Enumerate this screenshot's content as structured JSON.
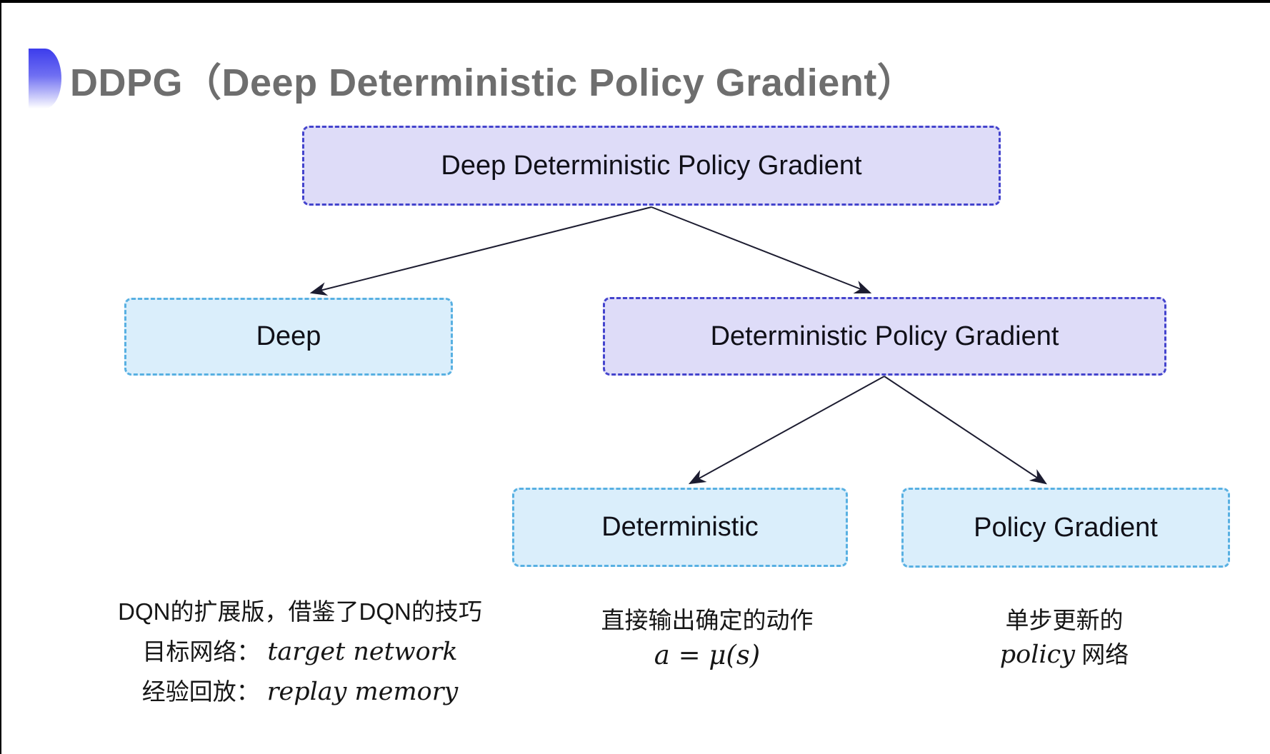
{
  "header": {
    "title": "DDPG（Deep Deterministic Policy Gradient）"
  },
  "tree": {
    "root": {
      "label": "Deep Deterministic Policy Gradient"
    },
    "children": [
      {
        "label": "Deep"
      },
      {
        "label": "Deterministic Policy Gradient"
      }
    ],
    "grandchildren": [
      {
        "label": "Deterministic"
      },
      {
        "label": "Policy Gradient"
      }
    ]
  },
  "notes": {
    "deep": {
      "line1": "DQN的扩展版，借鉴了DQN的技巧",
      "target_label": "目标网络：",
      "target_term": "target network",
      "replay_label": "经验回放：",
      "replay_term": "replay memory"
    },
    "deterministic": {
      "line1": "直接输出确定的动作",
      "formula": "a = μ(s)"
    },
    "policy": {
      "line1": "单步更新的",
      "term": "policy",
      "suffix": " 网络"
    }
  },
  "colors": {
    "lavender_fill": "#dedcf8",
    "lavender_border": "#4444cd",
    "sky_fill": "#daeefb",
    "sky_border": "#58b0e2",
    "title_text": "#6e6e6e",
    "node_text": "#101018",
    "note_text": "#161616",
    "arrow": "#1c1c30",
    "accent": "#3c3cec"
  }
}
